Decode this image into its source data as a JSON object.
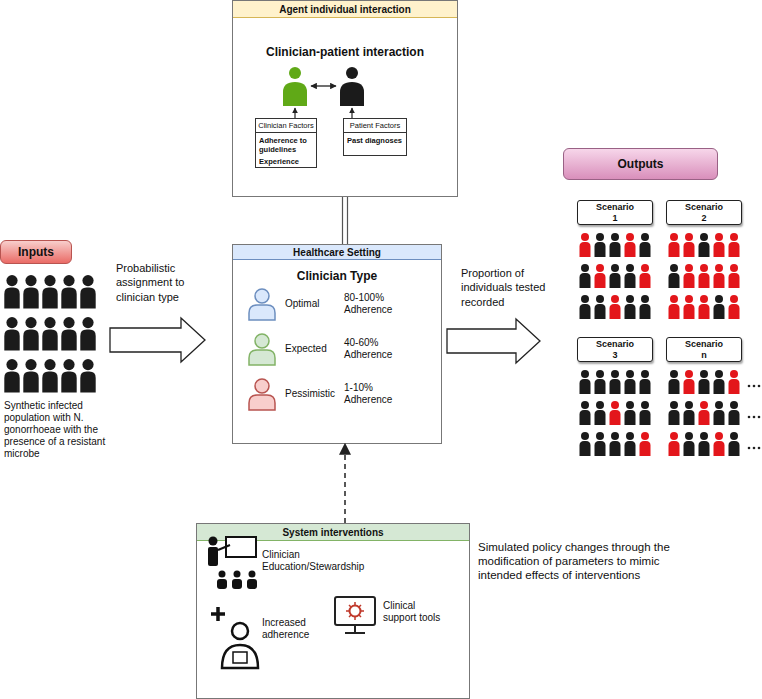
{
  "diagram": {
    "nodes": [
      {
        "text": [
          "Agent individual interaction",
          "Clinician-patient interaction"
        ]
      },
      {
        "text": [
          "Clinician Factors",
          "Adherence to guidelines",
          "Experience"
        ],
        "in": 0
      },
      {
        "text": [
          "Patient Factors",
          "Past diagnoses"
        ],
        "in": 0
      },
      {
        "text": [
          "Inputs",
          "Synthetic infected population with N. gonorrhoeae with the presence of a resistant microbe"
        ]
      },
      {
        "text": [
          "Healthcare Setting",
          "Clinician Type"
        ]
      },
      {
        "text": [
          "Outputs"
        ]
      },
      {
        "text": [
          "Scenario 1"
        ],
        "in": 5
      },
      {
        "text": [
          "Scenario 2"
        ],
        "in": 5
      },
      {
        "text": [
          "Scenario 3"
        ],
        "in": 5
      },
      {
        "text": [
          "Scenario n"
        ],
        "in": 5
      },
      {
        "text": [
          "System interventions"
        ]
      }
    ],
    "edges": [
      {
        "from": 0,
        "to": 4,
        "arrow": "none"
      },
      {
        "from": 3,
        "to": 4,
        "label": "Probabilistic assignment to clinician type",
        "arrow": "to"
      },
      {
        "from": 4,
        "to": 5,
        "label": "Proportion of individuals tested recorded",
        "arrow": "to"
      },
      {
        "from": 10,
        "to": 4,
        "arrow": "to"
      }
    ],
    "labels": [
      "Optimal",
      "80-100% Adherence",
      "Expected",
      "40-60% Adherence",
      "Pessimistic",
      "1-10% Adherence",
      "Clinician Education/Stewardship",
      "Increased adherence",
      "Clinical support tools",
      "Simulated policy changes through the modification of parameters to mimic intended effects of interventions"
    ]
  }
}
